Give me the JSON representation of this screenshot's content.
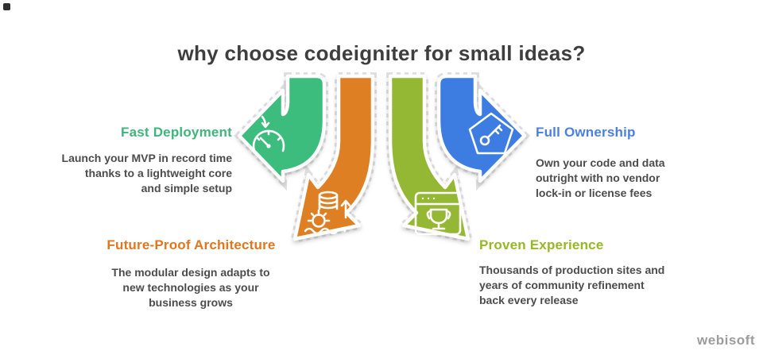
{
  "title": "why choose codeigniter for small ideas?",
  "watermark": "webisoft",
  "sections": {
    "fast_deployment": {
      "label": "Fast Deployment",
      "label_color": "#3fb57b",
      "arrow_color": "#3dbd7d",
      "icon": "speedometer-icon",
      "lines": [
        "Launch your MVP in record time",
        "thanks to a lightweight core",
        "and simple setup"
      ]
    },
    "full_ownership": {
      "label": "Full Ownership",
      "label_color": "#4a80e0",
      "arrow_color": "#3d7ce0",
      "icon": "pentagon-key-icon",
      "lines": [
        "Own your code and data",
        "outright with no vendor",
        "lock-in or license fees"
      ]
    },
    "future_proof_architecture": {
      "label": "Future-Proof Architecture",
      "label_color": "#e2761f",
      "arrow_color": "#df7f24",
      "icon": "database-scalability-icon",
      "lines": [
        "The modular design adapts to",
        "new technologies as your",
        "business grows"
      ]
    },
    "proven_experience": {
      "label": "Proven Experience",
      "label_color": "#97b825",
      "arrow_color": "#94b834",
      "icon": "trophy-browser-icon",
      "lines": [
        "Thousands of production sites and",
        "years of community refinement",
        "back every release"
      ]
    }
  }
}
